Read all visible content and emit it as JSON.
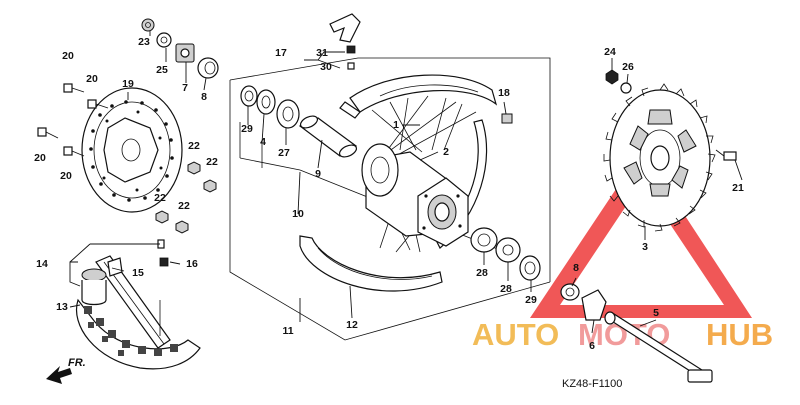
{
  "diagram": {
    "code": "KZ48-F1100",
    "forward_label": "FR.",
    "watermark": {
      "part1": "AUTO",
      "part2": "MOTO",
      "part3": "HUB",
      "colors": {
        "auto": "#f0b13c",
        "moto": "#ef8a8a",
        "hub": "#f3a23a",
        "triangle": "#ee4040"
      }
    },
    "callouts": {
      "c1": "1",
      "c2": "2",
      "c3": "3",
      "c4": "4",
      "c5": "5",
      "c6": "6",
      "c7": "7",
      "c8a": "8",
      "c8b": "8",
      "c9": "9",
      "c10": "10",
      "c11": "11",
      "c12": "12",
      "c13": "13",
      "c14": "14",
      "c15": "15",
      "c16": "16",
      "c17": "17",
      "c18": "18",
      "c19": "19",
      "c20a": "20",
      "c20b": "20",
      "c20c": "20",
      "c20d": "20",
      "c21": "21",
      "c22a": "22",
      "c22b": "22",
      "c22c": "22",
      "c22d": "22",
      "c23": "23",
      "c24": "24",
      "c25": "25",
      "c26": "26",
      "c27": "27",
      "c28a": "28",
      "c28b": "28",
      "c29a": "29",
      "c29b": "29",
      "c30": "30",
      "c31": "31"
    }
  }
}
